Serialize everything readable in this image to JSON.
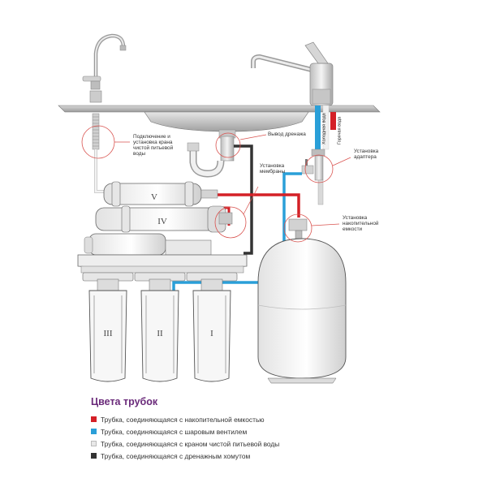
{
  "annotations": {
    "faucet_line1": "Подключение и",
    "faucet_line2": "установка крана",
    "faucet_line3": "чистой питьевой",
    "faucet_line4": "воды",
    "drain": "Вывод дренажа",
    "membrane_line1": "Установка",
    "membrane_line2": "мембраны",
    "adapter_line1": "Установка",
    "adapter_line2": "адаптера",
    "tank_line1": "Установка",
    "tank_line2": "накопительной",
    "tank_line3": "емкости"
  },
  "water_lines": {
    "cold": "Холодная вода",
    "hot": "Горячая вода"
  },
  "stages": [
    "I",
    "II",
    "III",
    "IV",
    "V"
  ],
  "legend": {
    "title": "Цвета трубок",
    "items": [
      {
        "label": "Трубка, соединяющаяся с накопительной емкостью",
        "color": "#d42027"
      },
      {
        "label": "Трубка, соединяющаяся с шаровым вентилем",
        "color": "#2a9fd8"
      },
      {
        "label": "Трубка, соединяющаяся с краном чистой питьевой воды",
        "color": "#e8e8e8"
      },
      {
        "label": "Трубка, соединяющаяся с дренажным хомутом",
        "color": "#333333"
      }
    ]
  },
  "colors": {
    "red_tube": "#d42027",
    "blue_tube": "#2a9fd8",
    "white_tube": "#e8e8e8",
    "dark_tube": "#333333",
    "callout": "#d9534f",
    "title": "#6a2a7a"
  }
}
